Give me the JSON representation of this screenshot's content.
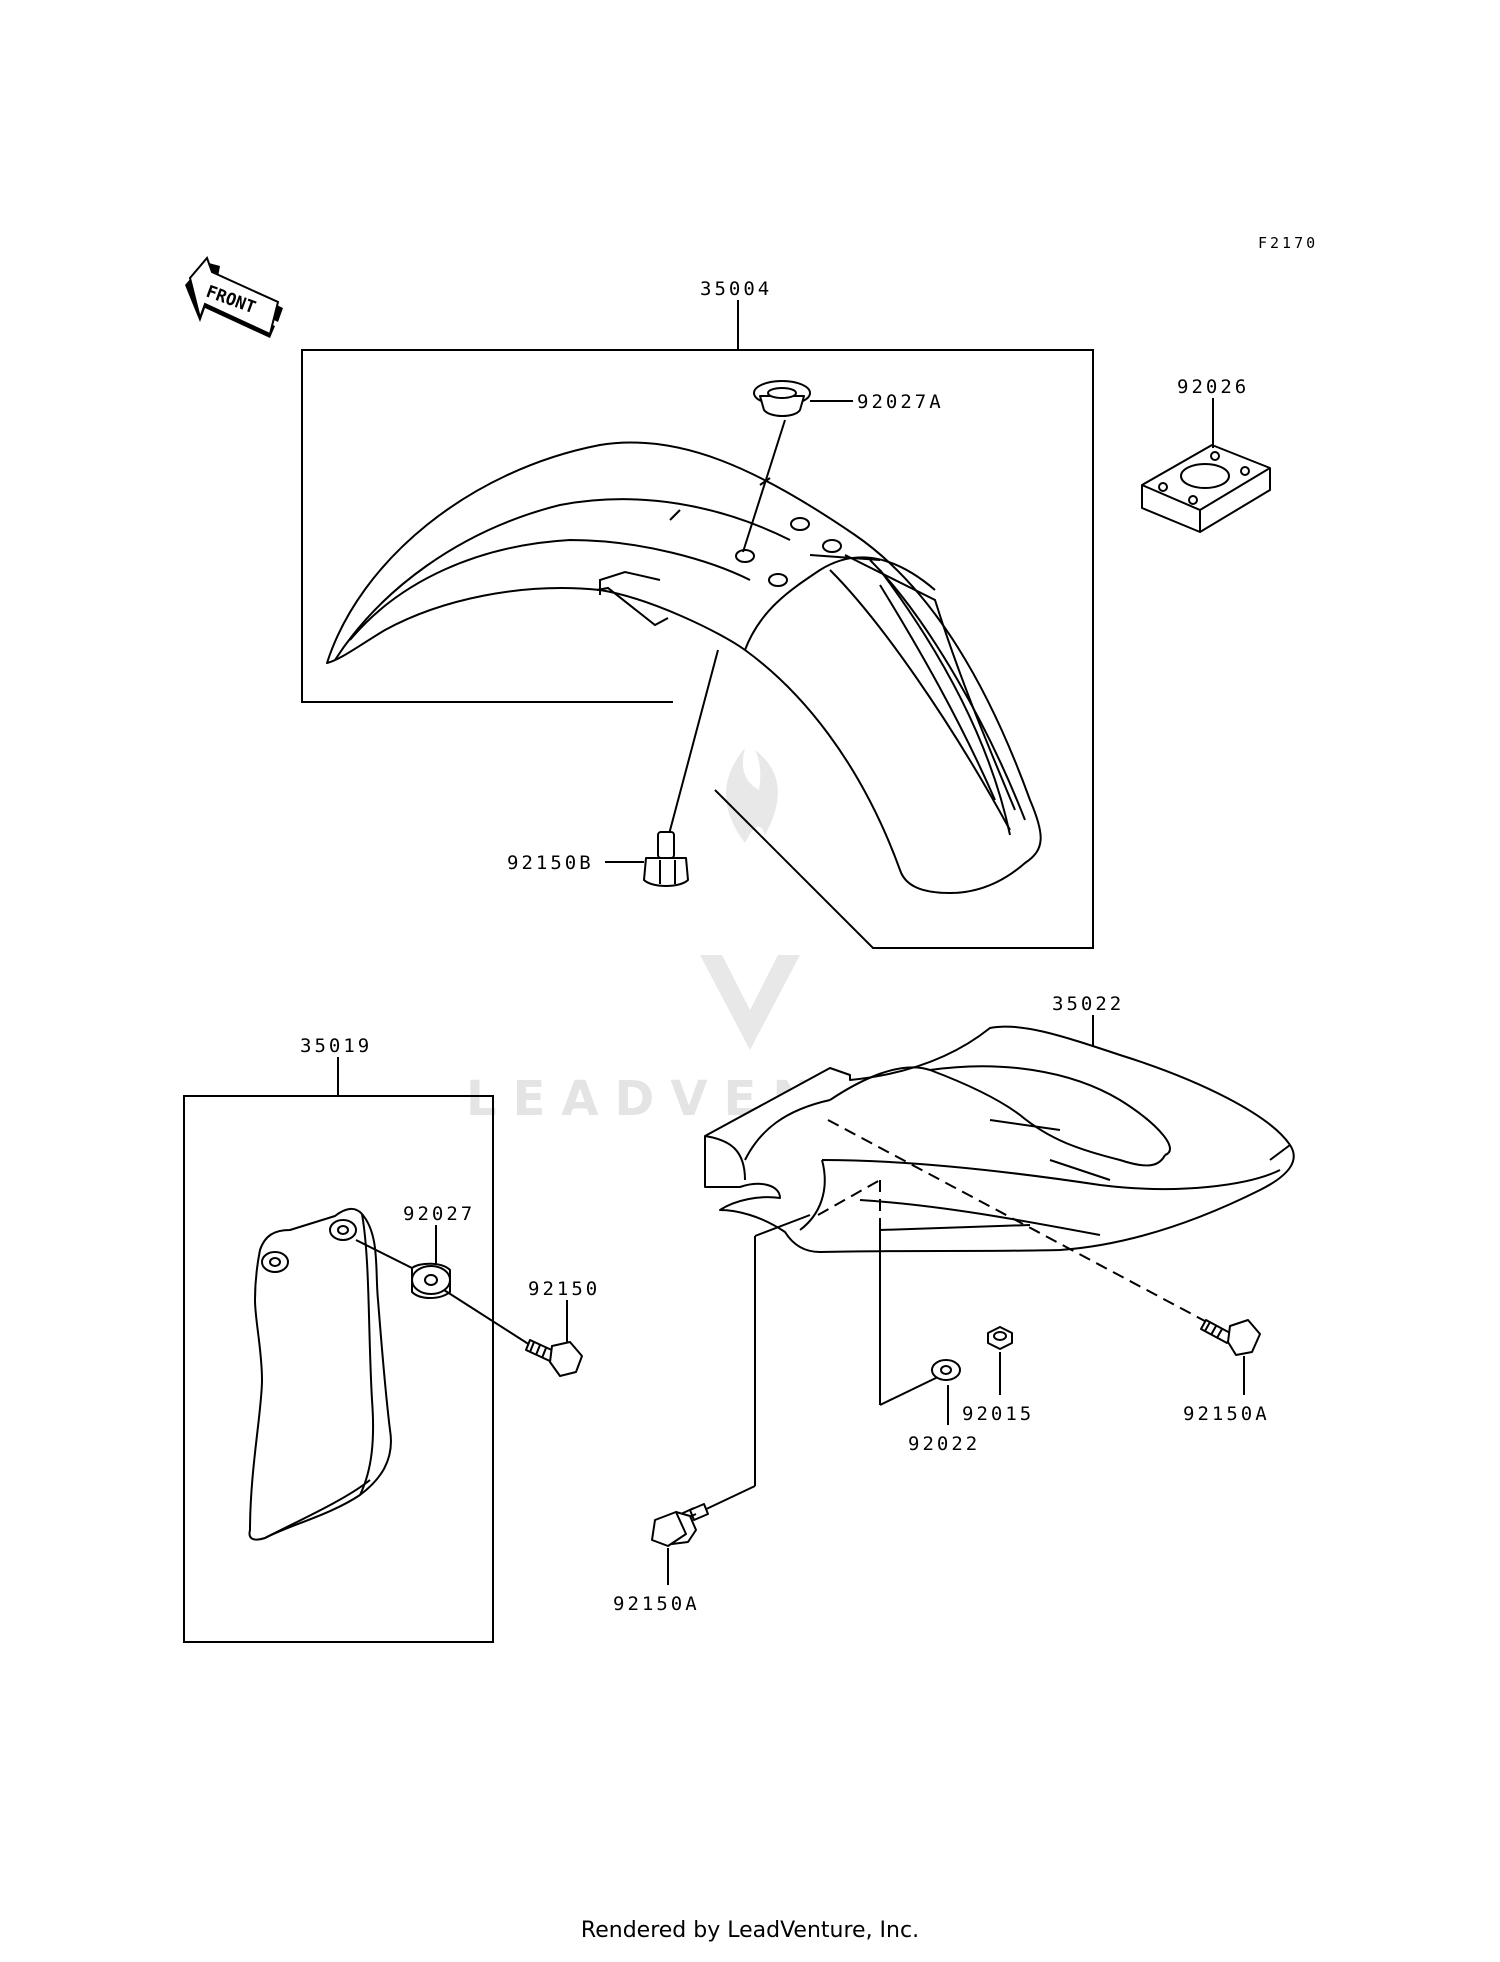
{
  "figure_code": "F2170",
  "front_label": "FRONT",
  "watermark": "LEADVENTURE",
  "footer": "Rendered by LeadVenture, Inc.",
  "labels": {
    "p35004": "35004",
    "p92027A": "92027A",
    "p92026": "92026",
    "p92150B": "92150B",
    "p35022": "35022",
    "p35019": "35019",
    "p92027": "92027",
    "p92150": "92150",
    "p92150A_right": "92150A",
    "p92015": "92015",
    "p92022": "92022",
    "p92150A_bottom": "92150A"
  }
}
